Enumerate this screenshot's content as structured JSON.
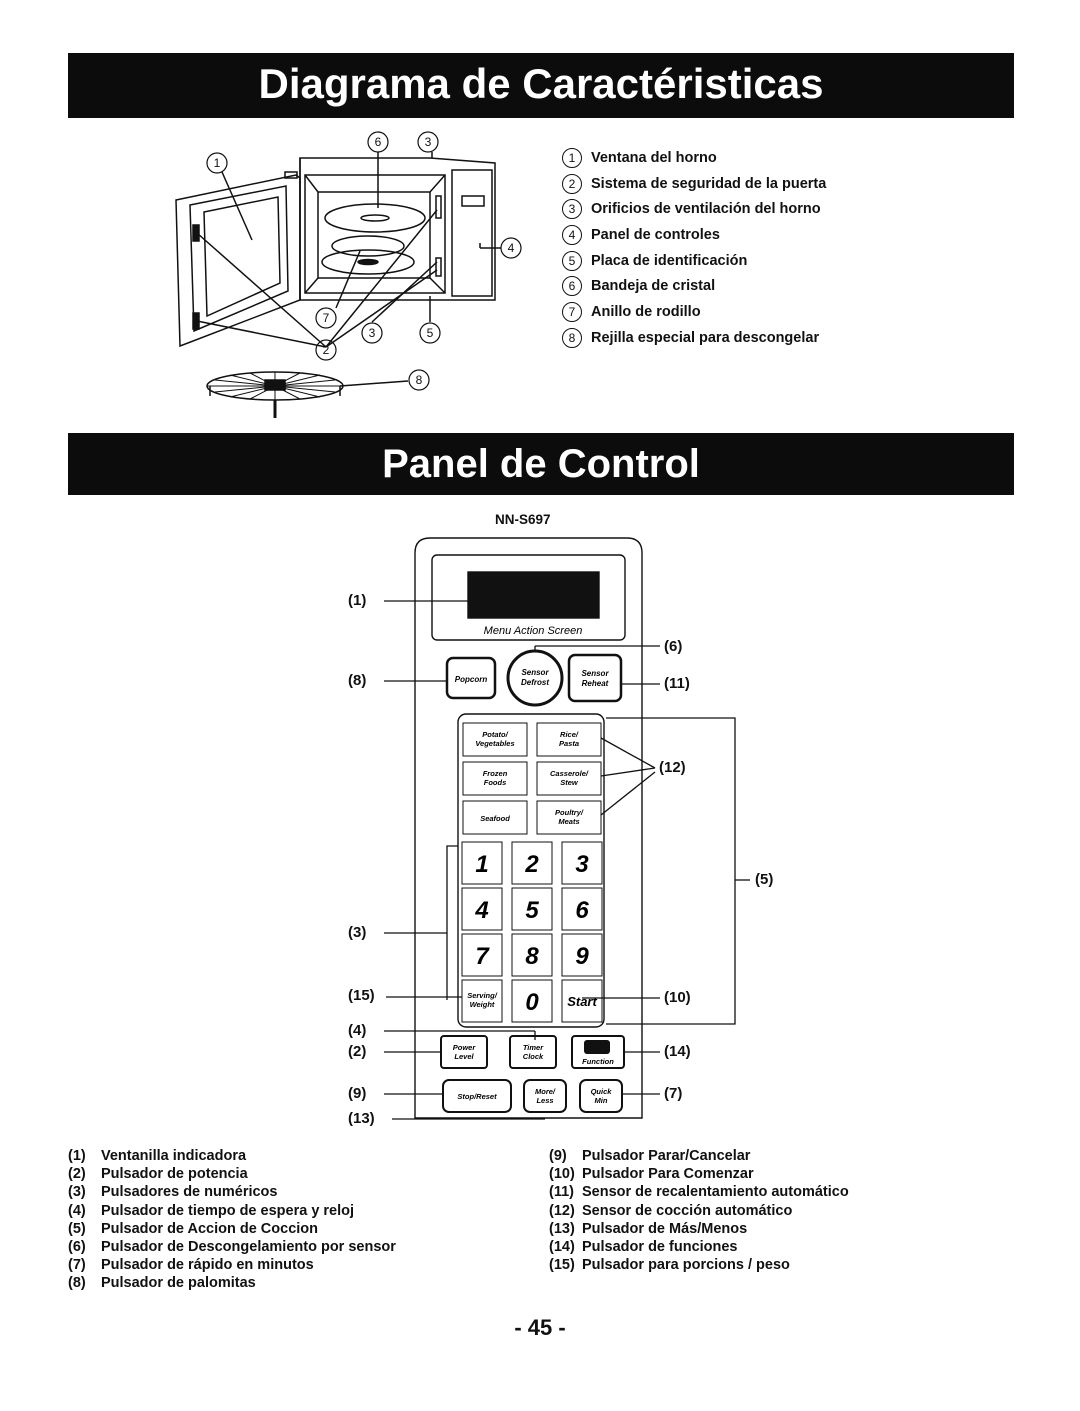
{
  "sections": {
    "features_title": "Diagrama de Caractéristicas",
    "control_title": "Panel de Control"
  },
  "features_legend": [
    {
      "num": "1",
      "label": "Ventana del horno"
    },
    {
      "num": "2",
      "label": "Sistema de seguridad de la puerta"
    },
    {
      "num": "3",
      "label": "Orificios de ventilación del horno"
    },
    {
      "num": "4",
      "label": "Panel de controles"
    },
    {
      "num": "5",
      "label": "Placa de identificación"
    },
    {
      "num": "6",
      "label": "Bandeja de cristal"
    },
    {
      "num": "7",
      "label": "Anillo de rodillo"
    },
    {
      "num": "8",
      "label": "Rejilla especial para descongelar"
    }
  ],
  "diagram_callouts": [
    "1",
    "6",
    "3",
    "4",
    "7",
    "3",
    "5",
    "2",
    "8"
  ],
  "control_panel": {
    "model": "NN-S697",
    "display_caption": "Menu Action Screen",
    "buttons": {
      "popcorn": "Popcorn",
      "sensor_defrost": [
        "Sensor",
        "Defrost"
      ],
      "sensor_reheat": [
        "Sensor",
        "Reheat"
      ],
      "potato": [
        "Potato/",
        "Vegetables"
      ],
      "rice": [
        "Rice/",
        "Pasta"
      ],
      "frozen": [
        "Frozen",
        "Foods"
      ],
      "casserole": [
        "Casserole/",
        "Stew"
      ],
      "seafood": "Seafood",
      "poultry": [
        "Poultry/",
        "Meats"
      ],
      "digits": [
        "1",
        "2",
        "3",
        "4",
        "5",
        "6",
        "7",
        "8",
        "9"
      ],
      "serving": [
        "Serving/",
        "Weight"
      ],
      "zero": "0",
      "start": "Start",
      "power": [
        "Power",
        "Level"
      ],
      "timer": [
        "Timer",
        "Clock"
      ],
      "function": "Function",
      "stop": "Stop/Reset",
      "more": [
        "More/",
        "Less"
      ],
      "quick": [
        "Quick",
        "Min"
      ]
    },
    "callouts": {
      "c1": "(1)",
      "c2": "(2)",
      "c3": "(3)",
      "c4": "(4)",
      "c5": "(5)",
      "c6": "(6)",
      "c7": "(7)",
      "c8": "(8)",
      "c9": "(9)",
      "c10": "(10)",
      "c11": "(11)",
      "c12": "(12)",
      "c13": "(13)",
      "c14": "(14)",
      "c15": "(15)"
    }
  },
  "control_legend_left": [
    {
      "num": "(1)",
      "label": "Ventanilla indicadora"
    },
    {
      "num": "(2)",
      "label": "Pulsador de potencia"
    },
    {
      "num": "(3)",
      "label": "Pulsadores de numéricos"
    },
    {
      "num": "(4)",
      "label": "Pulsador de tiempo de espera y reloj"
    },
    {
      "num": "(5)",
      "label": "Pulsador de Accion de Coccion"
    },
    {
      "num": "(6)",
      "label": "Pulsador de Descongelamiento por sensor"
    },
    {
      "num": "(7)",
      "label": "Pulsador de rápido en minutos"
    },
    {
      "num": "(8)",
      "label": "Pulsador de palomitas"
    }
  ],
  "control_legend_right": [
    {
      "num": "(9)",
      "label": "Pulsador Parar/Cancelar"
    },
    {
      "num": "(10)",
      "label": "Pulsador Para Comenzar"
    },
    {
      "num": "(11)",
      "label": "Sensor de recalentamiento automático"
    },
    {
      "num": "(12)",
      "label": "Sensor de cocción automático"
    },
    {
      "num": "(13)",
      "label": "Pulsador de Más/Menos"
    },
    {
      "num": "(14)",
      "label": "Pulsador de funciones"
    },
    {
      "num": "(15)",
      "label": "Pulsador para porcions / peso"
    }
  ],
  "page_number": "- 45 -"
}
